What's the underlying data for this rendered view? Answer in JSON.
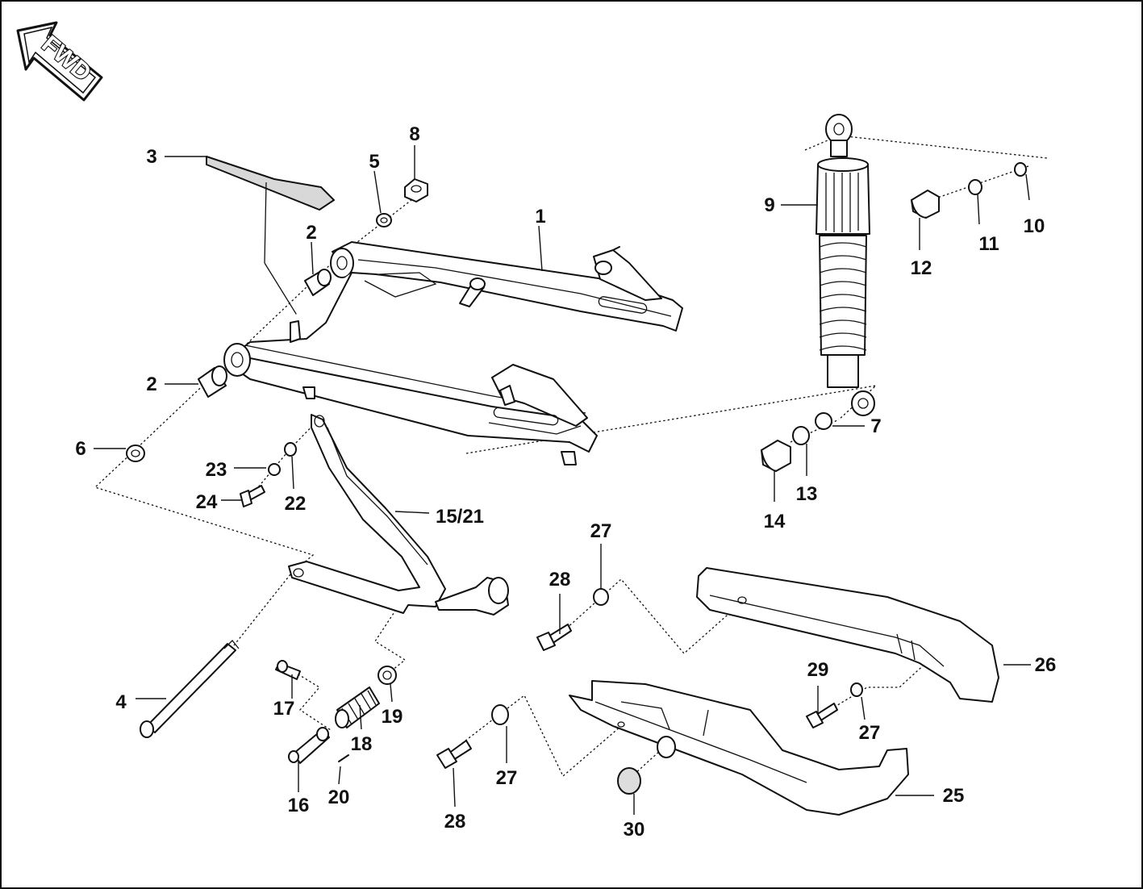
{
  "fwd_badge": "FWD",
  "callouts": {
    "p1": "1",
    "p2a": "2",
    "p2b": "2",
    "p3": "3",
    "p4": "4",
    "p5": "5",
    "p6": "6",
    "p7": "7",
    "p8": "8",
    "p9": "9",
    "p10": "10",
    "p11": "11",
    "p12": "12",
    "p13": "13",
    "p14": "14",
    "p15_21": "15/21",
    "p16": "16",
    "p17": "17",
    "p18": "18",
    "p19": "19",
    "p20": "20",
    "p22": "22",
    "p23": "23",
    "p24": "24",
    "p25": "25",
    "p26": "26",
    "p27a": "27",
    "p27b": "27",
    "p27c": "27",
    "p28a": "28",
    "p28b": "28",
    "p29": "29",
    "p30": "30"
  }
}
